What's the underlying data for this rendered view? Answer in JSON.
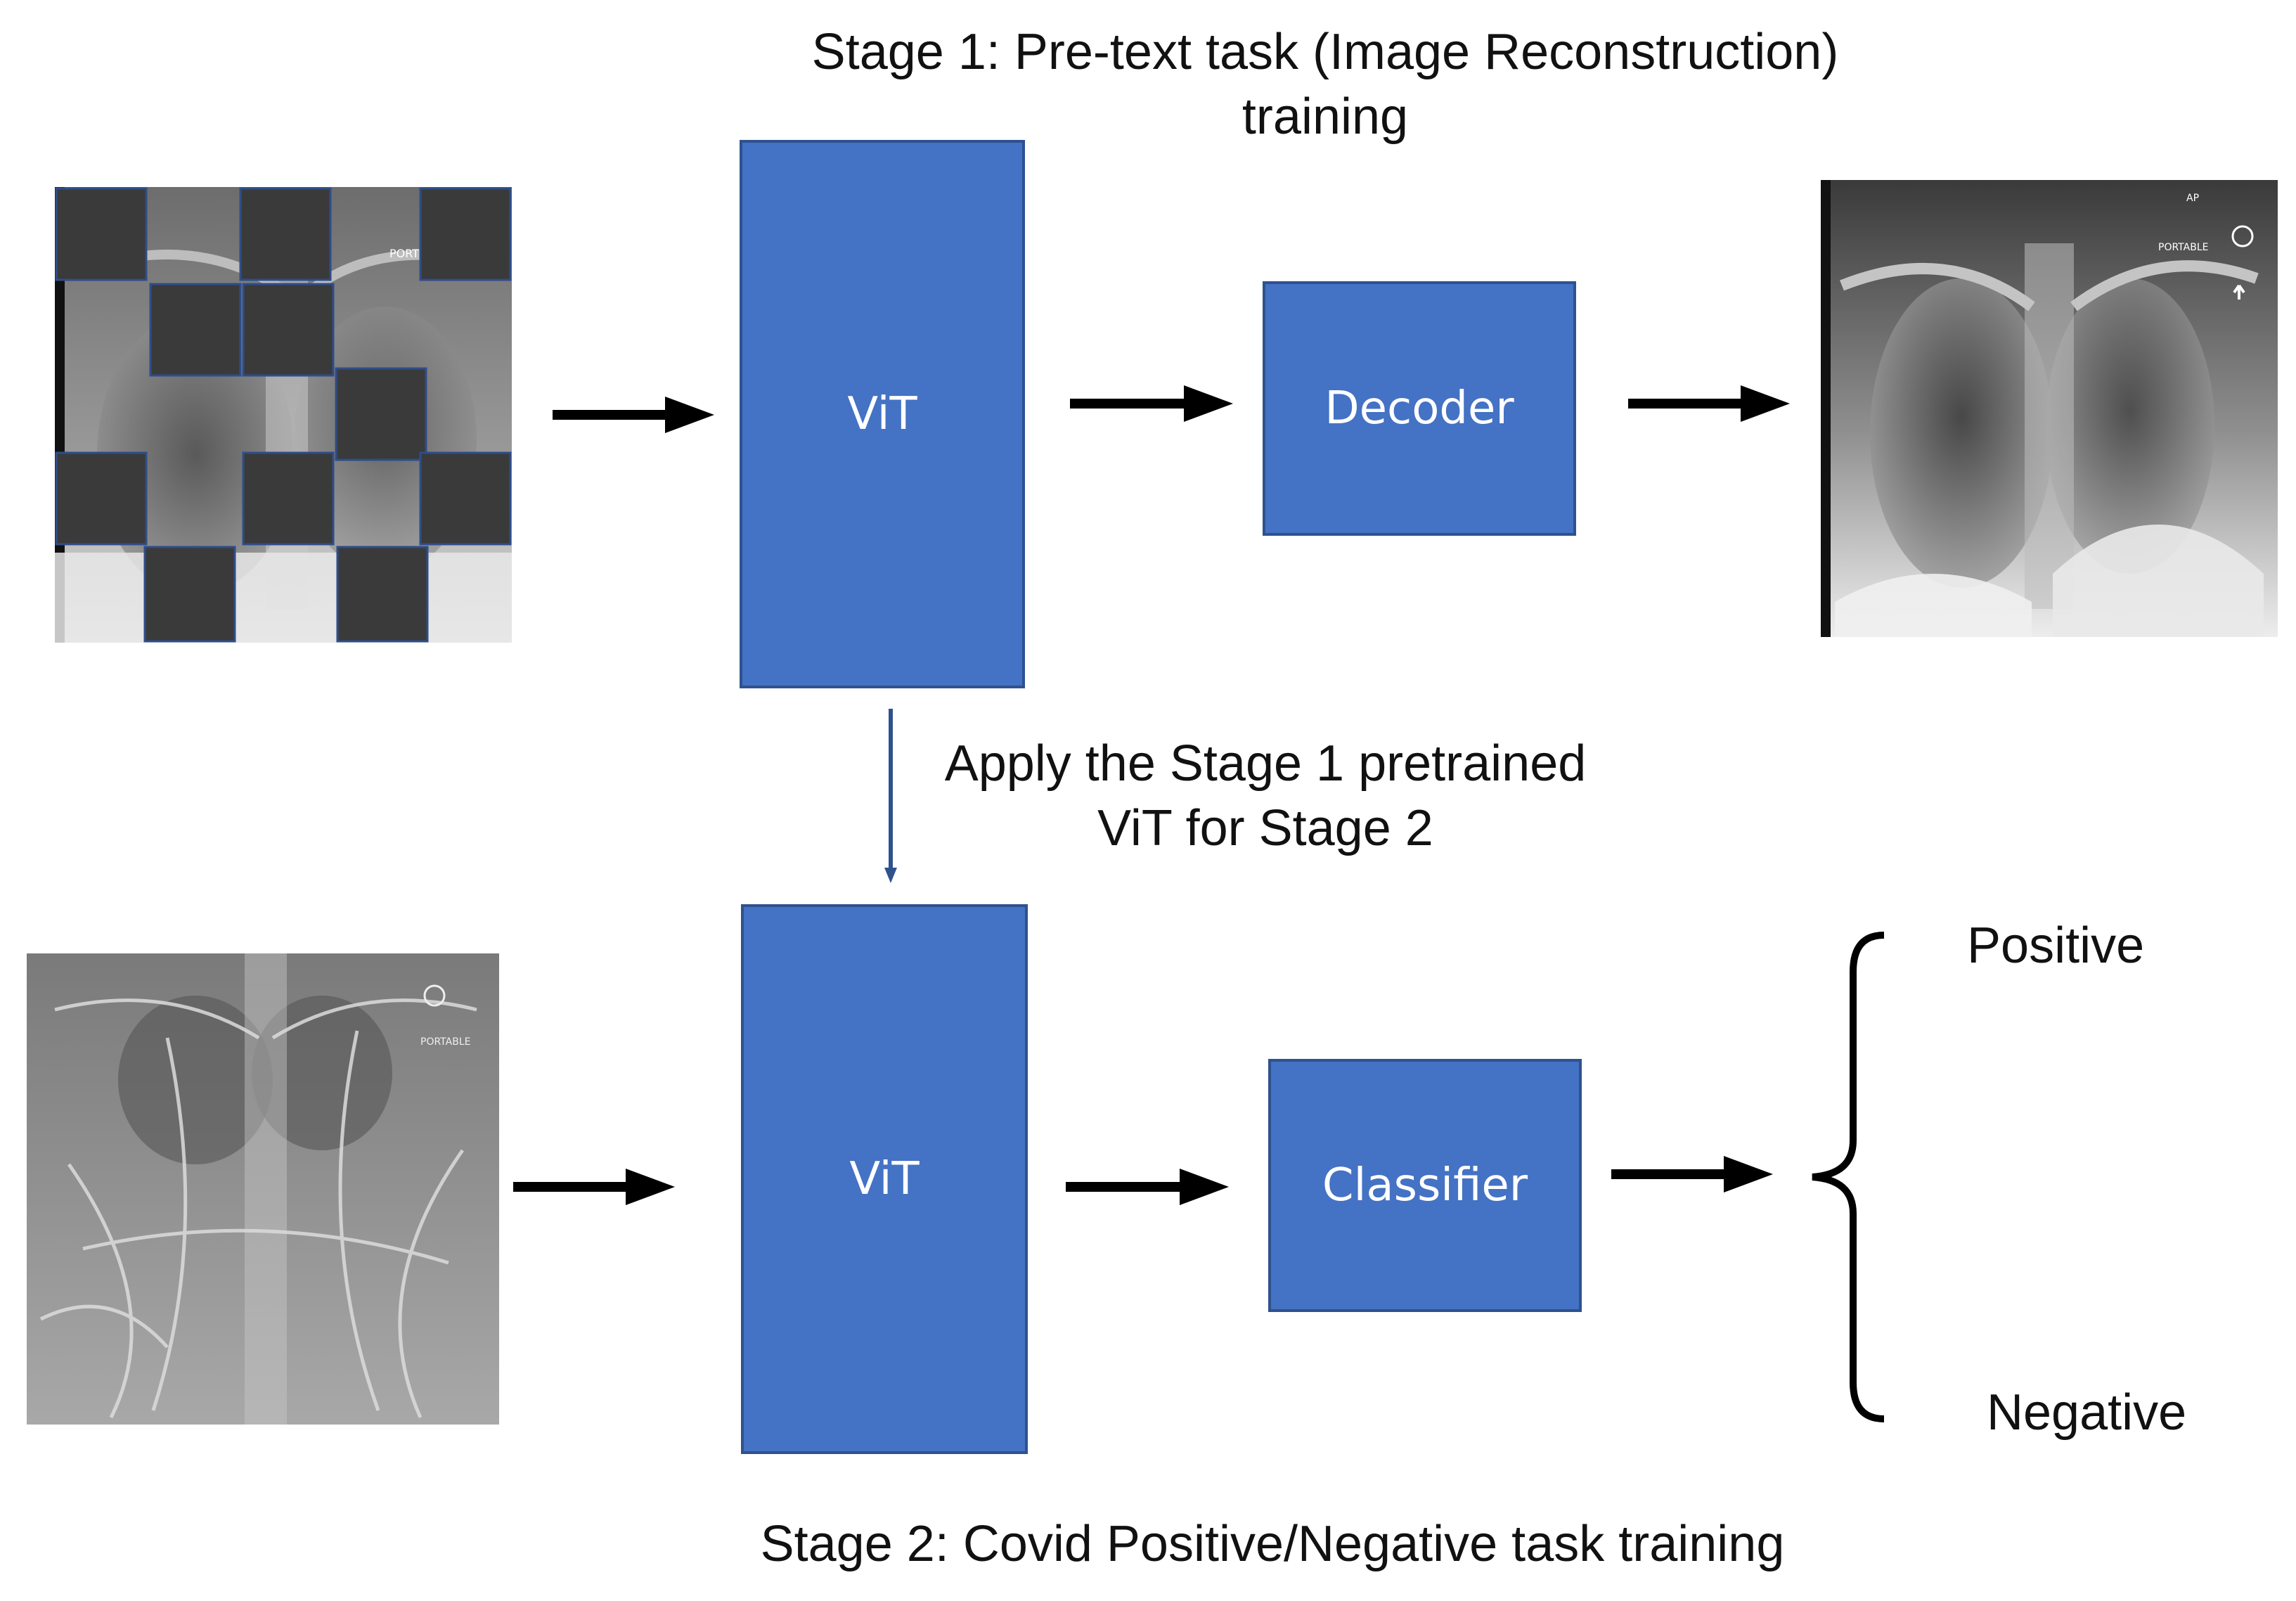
{
  "stage1": {
    "title_line1": "Stage 1: Pre-text task (Image Reconstruction)",
    "title_line2": "training",
    "encoder_label": "ViT",
    "decoder_label": "Decoder",
    "input_image": "masked-chest-xray",
    "output_image": "reconstructed-chest-xray"
  },
  "transfer": {
    "line1": "Apply the Stage 1 pretrained",
    "line2": "ViT for Stage 2"
  },
  "stage2": {
    "encoder_label": "ViT",
    "classifier_label": "Classifier",
    "outputs": [
      "Positive",
      "Negative"
    ],
    "caption": "Stage 2: Covid Positive/Negative task training",
    "input_image": "chest-xray"
  },
  "colors": {
    "block_fill": "#4472c4",
    "block_border": "#2f528f",
    "arrow": "#000000",
    "mask_patch": "#3a3a3a"
  }
}
